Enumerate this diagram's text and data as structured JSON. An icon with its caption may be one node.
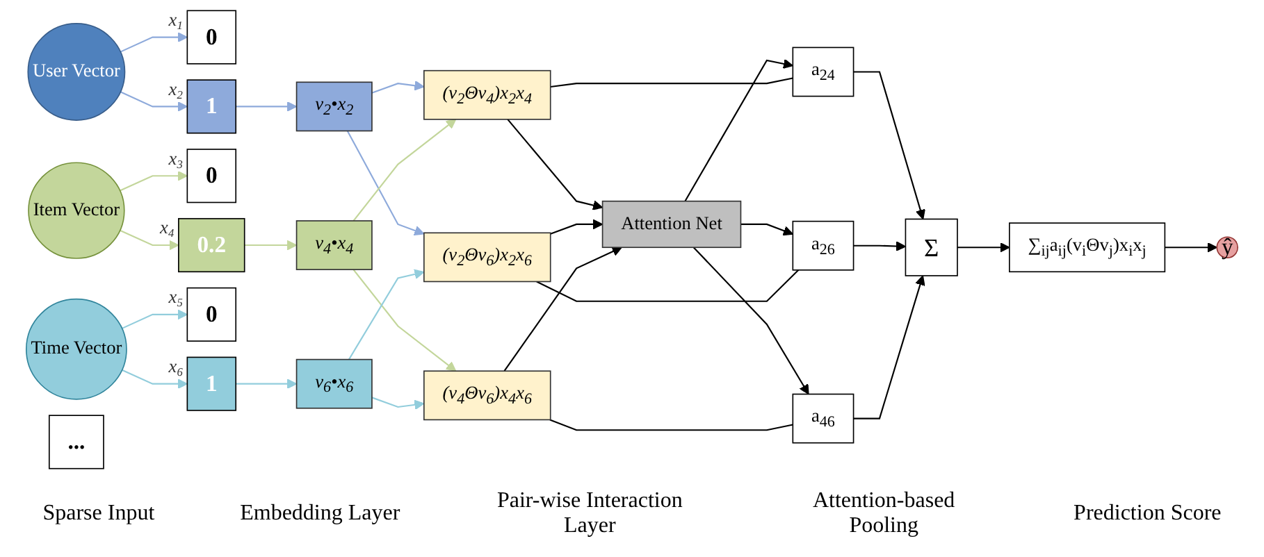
{
  "diagram": {
    "nodes": [
      {
        "text": [
          "User Vector"
        ]
      },
      {
        "text": [
          "Item Vector"
        ]
      },
      {
        "text": [
          "Time Vector"
        ]
      },
      {
        "text": [
          "0"
        ],
        "beside": [
          "x$_{1}$"
        ]
      },
      {
        "text": [
          "1"
        ],
        "beside": [
          "x$_{2}$"
        ]
      },
      {
        "text": [
          "0"
        ],
        "beside": [
          "x$_{3}$"
        ]
      },
      {
        "text": [
          "0.2"
        ],
        "beside": [
          "x$_{4}$"
        ]
      },
      {
        "text": [
          "0"
        ],
        "beside": [
          "x$_{5}$"
        ]
      },
      {
        "text": [
          "1"
        ],
        "beside": [
          "x$_{6}$"
        ]
      },
      {
        "text": [
          "..."
        ]
      },
      {
        "text": [
          "v$_{2}$•x$_{2}$"
        ]
      },
      {
        "text": [
          "v$_{4}$•x$_{4}$"
        ]
      },
      {
        "text": [
          "v$_{6}$•x$_{6}$"
        ]
      },
      {
        "text": [
          "(v$_{2}$Θv$_{4}$)x$_{2}$x$_{4}$"
        ]
      },
      {
        "text": [
          "(v$_{2}$Θv$_{6}$)x$_{2}$x$_{6}$"
        ]
      },
      {
        "text": [
          "(v$_{4}$Θv$_{6}$)x$_{4}$x$_{6}$"
        ]
      },
      {
        "text": [
          "Attention Net"
        ]
      },
      {
        "text": [
          "a$_{24}$"
        ]
      },
      {
        "text": [
          "a$_{26}$"
        ]
      },
      {
        "text": [
          "a$_{46}$"
        ]
      },
      {
        "text": [
          "Σ"
        ]
      },
      {
        "text": [
          "∑$_{ij}$a$_{ij}$(v$_{i}$Θv$_{j}$)x$_{i}$x$_{j}$"
        ]
      },
      {
        "text": [
          "ŷ"
        ]
      }
    ],
    "edges": [
      {
        "from": 0,
        "to": 3,
        "arrow": "to",
        "color": "#8eaadb"
      },
      {
        "from": 0,
        "to": 4,
        "arrow": "to",
        "color": "#8eaadb"
      },
      {
        "from": 1,
        "to": 5,
        "arrow": "to",
        "color": "#c3d69b"
      },
      {
        "from": 1,
        "to": 6,
        "arrow": "to",
        "color": "#c3d69b"
      },
      {
        "from": 2,
        "to": 7,
        "arrow": "to",
        "color": "#92cddc"
      },
      {
        "from": 2,
        "to": 8,
        "arrow": "to",
        "color": "#92cddc"
      },
      {
        "from": 4,
        "to": 10,
        "arrow": "to",
        "color": "#8eaadb"
      },
      {
        "from": 6,
        "to": 11,
        "arrow": "to",
        "color": "#c3d69b"
      },
      {
        "from": 8,
        "to": 12,
        "arrow": "to",
        "color": "#92cddc"
      },
      {
        "from": 10,
        "to": 13,
        "arrow": "to",
        "color": "#8eaadb"
      },
      {
        "from": 10,
        "to": 14,
        "arrow": "to",
        "color": "#8eaadb"
      },
      {
        "from": 11,
        "to": 13,
        "arrow": "to",
        "color": "#c3d69b"
      },
      {
        "from": 11,
        "to": 15,
        "arrow": "to",
        "color": "#c3d69b"
      },
      {
        "from": 12,
        "to": 14,
        "arrow": "to",
        "color": "#92cddc"
      },
      {
        "from": 12,
        "to": 15,
        "arrow": "to",
        "color": "#92cddc"
      },
      {
        "from": 13,
        "to": 16,
        "arrow": "to"
      },
      {
        "from": 14,
        "to": 16,
        "arrow": "to"
      },
      {
        "from": 15,
        "to": 16,
        "arrow": "to"
      },
      {
        "from": 16,
        "to": 17,
        "arrow": "to"
      },
      {
        "from": 16,
        "to": 18,
        "arrow": "to"
      },
      {
        "from": 16,
        "to": 19,
        "arrow": "to"
      },
      {
        "from": 13,
        "to": 17,
        "arrow": "none"
      },
      {
        "from": 14,
        "to": 18,
        "arrow": "none"
      },
      {
        "from": 15,
        "to": 19,
        "arrow": "none"
      },
      {
        "from": 17,
        "to": 20,
        "arrow": "to"
      },
      {
        "from": 18,
        "to": 20,
        "arrow": "to"
      },
      {
        "from": 19,
        "to": 20,
        "arrow": "to"
      },
      {
        "from": 20,
        "to": 21,
        "arrow": "to"
      },
      {
        "from": 21,
        "to": 22,
        "arrow": "to"
      }
    ],
    "labels": [
      "Sparse Input",
      "Embedding Layer",
      "Pair-wise Interaction Layer",
      "Attention-based Pooling",
      "Prediction Score"
    ]
  }
}
